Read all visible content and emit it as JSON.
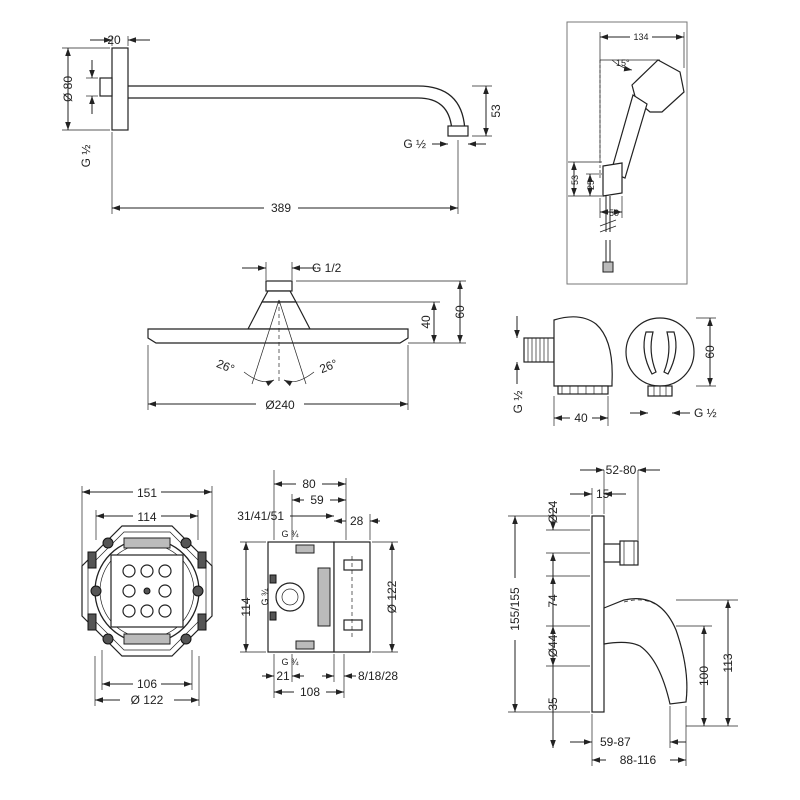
{
  "arm": {
    "rosette_depth": "20",
    "rosette_diameter": "Ø 80",
    "inlet_thread": "G ½",
    "projection": "389",
    "drop": "53",
    "outlet_thread": "G ½"
  },
  "hand_shower": {
    "width": "134",
    "angle": "15°",
    "holder_height": "53",
    "holder_offset": "25",
    "holder_depth": "50"
  },
  "overhead": {
    "thread": "G 1/2",
    "height_total": "60",
    "height_neck": "40",
    "spray_angle_left": "26°",
    "spray_angle_right": "26°",
    "diameter": "Ø240"
  },
  "outlet": {
    "thread_left": "G ½",
    "depth": "40",
    "height": "60",
    "thread_right": "G ½"
  },
  "ibox": {
    "width": "151",
    "mount_width": "114",
    "inner_width": "106",
    "ring_diameter": "Ø 122",
    "depth": "80",
    "port_depth": "59",
    "install_depths": "31/41/51",
    "cover_depth": "28",
    "thread_top": "G ¾",
    "thread_side": "G ¾",
    "thread_bottom": "G ¾",
    "height": "114",
    "cover_diameter": "Ø 122",
    "bottom_offset": "21",
    "total_depth": "108",
    "plaster_range": "8/18/28"
  },
  "mixer": {
    "projection": "52-80",
    "escutcheon_depth": "15",
    "spindle_diameter": "Ø24",
    "escutcheon_height": "155/155",
    "axis_distance": "74",
    "cartridge_diameter": "Ø44",
    "lever_drop": "35",
    "lever_length": "100",
    "lever_height": "113",
    "lever_reach": "59-87",
    "total_reach": "88-116"
  }
}
